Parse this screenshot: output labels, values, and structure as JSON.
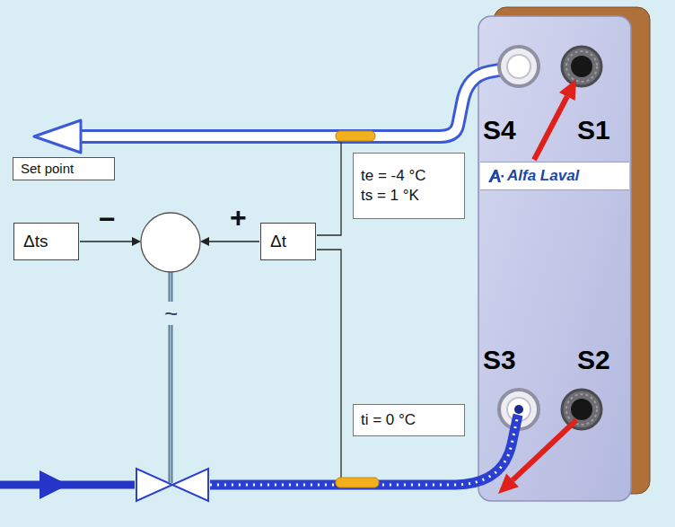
{
  "diagram": {
    "nodes": [
      {
        "text": [
          "Set point"
        ]
      },
      {
        "text": [
          "te = -4 °C",
          "ts = 1 °K"
        ]
      },
      {
        "text": [
          "Δts"
        ]
      },
      {
        "text": [
          "Δt"
        ]
      },
      {
        "text": [
          "ti = 0 °C"
        ]
      },
      {
        "text": [
          "S4",
          "S1",
          "S3",
          "S2"
        ]
      },
      {
        "text": [
          "Alfa Laval"
        ],
        "in": 5
      }
    ],
    "edges": [
      {
        "from": 5,
        "to": 0,
        "arrow": "to"
      }
    ],
    "labels": [
      "−",
      "+",
      "~"
    ]
  }
}
